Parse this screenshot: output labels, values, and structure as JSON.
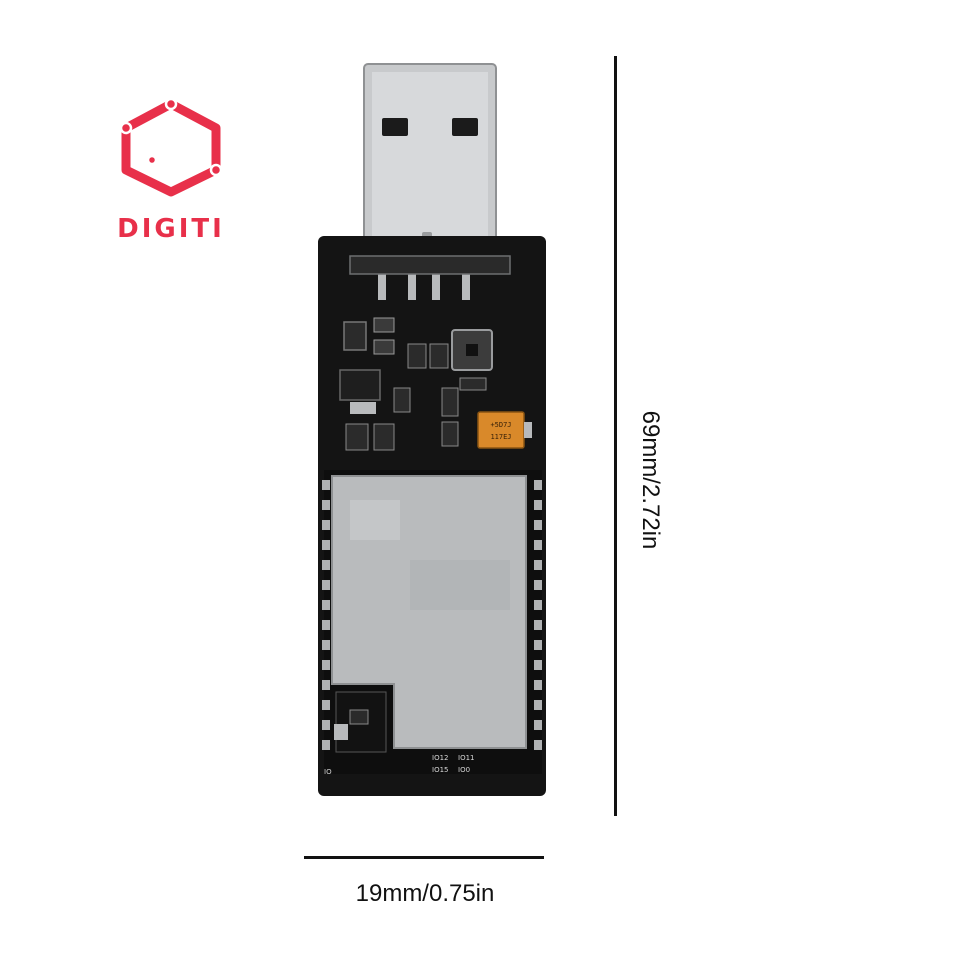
{
  "brand": {
    "name": "DIGITI",
    "color": "#e8304a"
  },
  "dimensions": {
    "height_label": "69mm/2.72in",
    "width_label": "19mm/0.75in"
  },
  "board": {
    "cap_marking_line1": "+5D7J",
    "cap_marking_line2": "117EJ",
    "silk_text": [
      "IO12",
      "IO15",
      "IO11",
      "IO0",
      "IO"
    ],
    "colors": {
      "pcb": "#141414",
      "shield": "#b9bbbd",
      "usb": "#c8cacc",
      "cap": "#d9892a"
    }
  }
}
